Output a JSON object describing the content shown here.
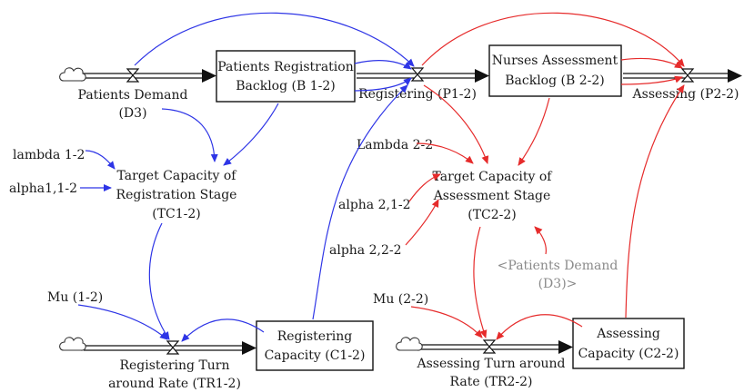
{
  "stocks": {
    "b1": [
      "Patients Registration",
      "Backlog (B 1-2)"
    ],
    "b2": [
      "Nurses Assessment",
      "Backlog (B 2-2)"
    ],
    "c1": [
      "Registering",
      "Capacity (C1-2)"
    ],
    "c2": [
      "Assessing",
      "Capacity (C2-2)"
    ]
  },
  "flows": {
    "patients_demand": [
      "Patients Demand",
      "(D3)"
    ],
    "registering": "Registering (P1-2)",
    "assessing": "Assessing (P2-2)",
    "tr1": [
      "Registering Turn",
      "around Rate (TR1-2)"
    ],
    "tr2": [
      "Assessing Turn around",
      "Rate (TR2-2)"
    ]
  },
  "auxiliaries": {
    "lambda1": "lambda 1-2",
    "alpha11": "alpha1,1-2",
    "tc1": [
      "Target Capacity of",
      "Registration Stage",
      "(TC1-2)"
    ],
    "lambda2": "Lambda 2-2",
    "alpha21": "alpha 2,1-2",
    "alpha22": "alpha 2,2-2",
    "tc2": [
      "Target Capacity of",
      "Assessment Stage",
      "(TC2-2)"
    ],
    "shadow_demand": [
      "<Patients Demand",
      "(D3)>"
    ],
    "mu1": "Mu (1-2)",
    "mu2": "Mu (2-2)"
  },
  "colors": {
    "blue_links": "#2e35e6",
    "red_links": "#e62b2b",
    "stock_border": "#111111",
    "shadow_text": "#8a8a8a"
  },
  "icons": {
    "source": "cloud-icon",
    "flow_control": "valve-icon"
  }
}
